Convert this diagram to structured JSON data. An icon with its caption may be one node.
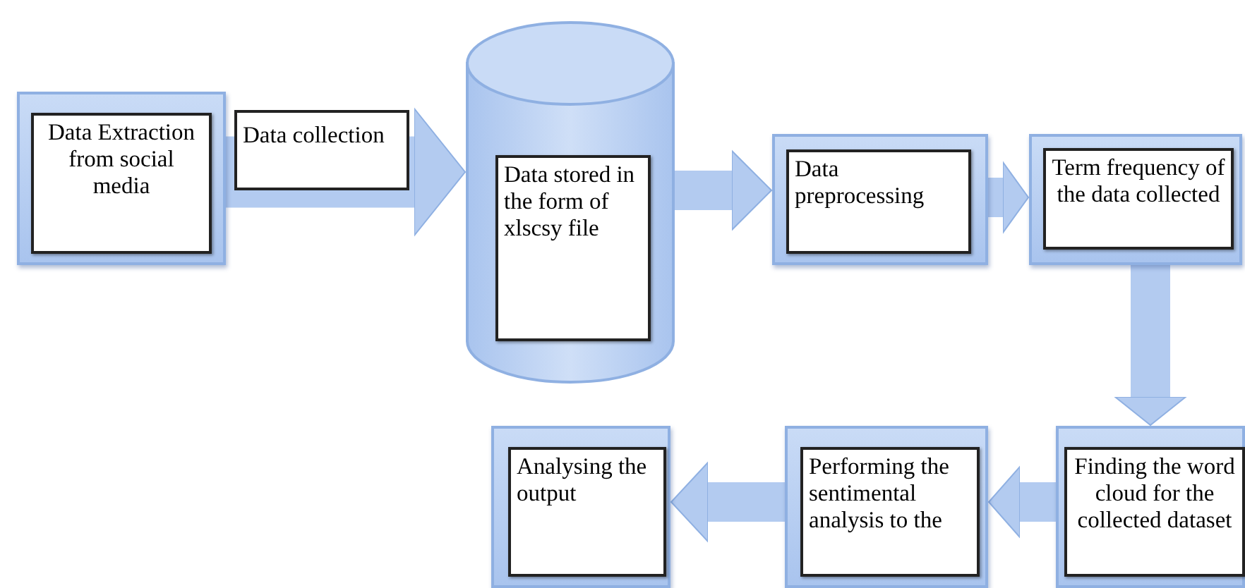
{
  "diagram": {
    "nodes": [
      {
        "text": [],
        "shape": "box"
      },
      {
        "text": [
          "Data Extraction from social media"
        ],
        "in": 0
      },
      {
        "text": [],
        "shape": "cylinder"
      },
      {
        "text": [
          "Data stored in the form of xlscsy file"
        ],
        "in": 2
      },
      {
        "text": [],
        "shape": "box"
      },
      {
        "text": [
          "Data preprocessing"
        ],
        "in": 4
      },
      {
        "text": [],
        "shape": "box"
      },
      {
        "text": [
          "Term frequency of the data collected"
        ],
        "in": 6
      },
      {
        "text": [],
        "shape": "box"
      },
      {
        "text": [
          "Finding the word cloud for the collected dataset"
        ],
        "in": 8
      },
      {
        "text": [],
        "shape": "box"
      },
      {
        "text": [
          "Performing the sentimental analysis to the"
        ],
        "in": 10
      },
      {
        "text": [],
        "shape": "box"
      },
      {
        "text": [
          "Analysing the output"
        ],
        "in": 12
      }
    ],
    "edges": [
      {
        "from": 0,
        "to": 2,
        "arrow": "to",
        "label": "Data collection",
        "style": "thick"
      },
      {
        "from": 2,
        "to": 4,
        "arrow": "to"
      },
      {
        "from": 4,
        "to": 6,
        "arrow": "to"
      },
      {
        "from": 6,
        "to": 8,
        "arrow": "to"
      },
      {
        "from": 8,
        "to": 10,
        "arrow": "to"
      },
      {
        "from": 10,
        "to": 12,
        "arrow": "to"
      }
    ]
  }
}
